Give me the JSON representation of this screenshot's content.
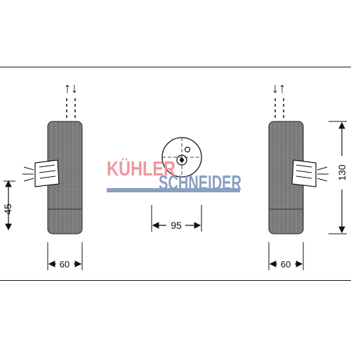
{
  "watermark": {
    "line1": "KÜHLER",
    "line2": "SCHNEIDER",
    "colors": {
      "red": "#ee8c96",
      "blue": "#7d96bd"
    }
  },
  "left_view": {
    "flow_arrows": "↑↓",
    "height_dim": "45",
    "width_dim": "60"
  },
  "center_view": {
    "diameter_dim": "95"
  },
  "right_view": {
    "flow_arrows": "↓↑",
    "height_dim": "130",
    "width_dim": "60"
  },
  "colors": {
    "body_fill": "#7c7c7c",
    "line": "#111111"
  }
}
